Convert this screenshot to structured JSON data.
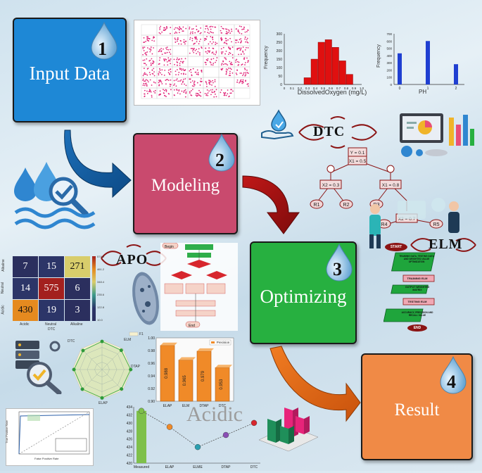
{
  "steps": [
    {
      "number": "1",
      "label": "Input Data",
      "color": "#1e88d6"
    },
    {
      "number": "2",
      "label": "Modeling",
      "color": "#c94a6e"
    },
    {
      "number": "3",
      "label": "Optimizing",
      "color": "#27b040"
    },
    {
      "number": "4",
      "label": "Result",
      "color": "#f08a46"
    }
  ],
  "tags": {
    "dtc": "DTC",
    "elm": "ELM",
    "apo": "APO",
    "acidic": "Acidic"
  },
  "hist_do": {
    "xlabel": "DissolvedOxygen (mg/L)",
    "ylabel": "Frequency",
    "yticks": [
      "300",
      "250",
      "200",
      "150",
      "100",
      "50",
      "0"
    ],
    "xticks": [
      "0",
      "0.1",
      "0.2",
      "0.3",
      "0.4",
      "0.5",
      "0.6",
      "0.7",
      "0.8",
      "0.9",
      "1.0"
    ],
    "bins": [
      40,
      150,
      250,
      265,
      220,
      140,
      60
    ],
    "ymax": 300
  },
  "hist_ph": {
    "xlabel": "PH",
    "ylabel": "Frequency",
    "yticks": [
      "700",
      "600",
      "500",
      "400",
      "300",
      "200",
      "100",
      "0"
    ],
    "xticks": [
      "0",
      "1",
      "2"
    ],
    "bars": [
      430,
      600,
      280
    ],
    "ymax": 700
  },
  "tree": {
    "n1": "Y = 0.1",
    "n2": "X1 = 0.5",
    "n3": "X2 = 0.3",
    "n4": "X1 = 0.8",
    "n5": "X2 = 0.7",
    "leaves": [
      "R1",
      "R2",
      "R3",
      "R4",
      "R5"
    ]
  },
  "elm_flow": {
    "start": "START",
    "steps": [
      "TRAINING DATA, TESTING DATA AND WEIGHTED VALUE OPTIMIZATION",
      "TRAINING ELM",
      "OUTPUT WEIGHTED MATRIX",
      "TESTING ELM",
      "ACCURACY, PRECISION AND RECALL VALUE"
    ],
    "end": "END"
  },
  "apo_flow": {
    "begin": "Begin",
    "end": "End"
  },
  "confusion": {
    "title": "DTC",
    "row_labels": [
      "Alkaline",
      "Neutral",
      "Acidic"
    ],
    "col_labels": [
      "Acidic",
      "Neutral",
      "Alkaline"
    ],
    "values": [
      [
        "7",
        "15",
        "271"
      ],
      [
        "14",
        "575",
        "6"
      ],
      [
        "430",
        "19",
        "3"
      ]
    ],
    "scale": [
      "574.0",
      "461.2",
      "348.4",
      "235.6",
      "122.8",
      "10.0"
    ]
  },
  "radar": {
    "labels": [
      "ELM",
      "DTAP",
      "DTC",
      "ELAP"
    ],
    "legend": "F1"
  },
  "bar3": {
    "categories": [
      "ELAP",
      "ELM",
      "DTAP",
      "DTC"
    ],
    "values": [
      0.988,
      0.965,
      0.979,
      0.953
    ],
    "value_labels": [
      "0.988",
      "0.965",
      "0.979",
      "0.953"
    ],
    "ylim": [
      0.9,
      1.0
    ],
    "yticks": [
      "1.00",
      "0.98",
      "0.96",
      "0.94",
      "0.92",
      "0.90"
    ],
    "legend": "Precision"
  },
  "acidic_chart": {
    "categories": [
      "Measured",
      "ELAP",
      "ELME",
      "DTAP",
      "DTC"
    ],
    "values": [
      433,
      429,
      424,
      427,
      430
    ],
    "yticks": [
      "434",
      "432",
      "430",
      "428",
      "426",
      "424",
      "422",
      "420"
    ],
    "ymin": 420,
    "ymax": 434
  },
  "roc": {
    "xlabel": "False Positive Rate",
    "ylabel": "True Positive Rate"
  }
}
